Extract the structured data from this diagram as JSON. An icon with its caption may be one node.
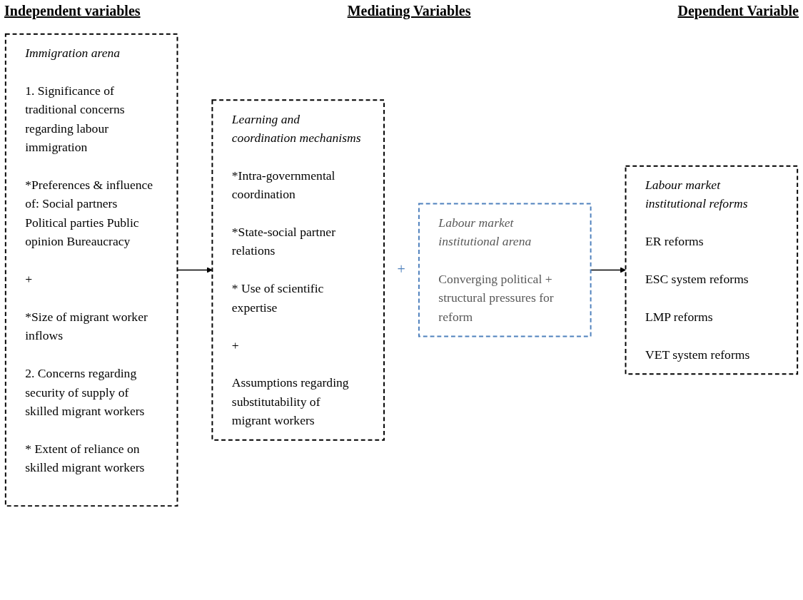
{
  "diagram": {
    "nodes": [
      {
        "text": [
          "Immigration arena",
          "1. Significance of traditional concerns regarding labour immigration",
          "*Preferences & influence of: Social partners Political parties Public opinion Bureaucracy",
          "+",
          "*Size of migrant worker inflows",
          "2. Concerns regarding security of supply of skilled migrant workers",
          "* Extent of reliance on skilled migrant workers"
        ]
      },
      {
        "text": [
          "Learning and coordination mechanisms",
          "*Intra-governmental coordination",
          "*State-social partner relations",
          "* Use of scientific expertise",
          "+",
          "Assumptions regarding substitutability of migrant workers"
        ]
      },
      {
        "text": [
          "Labour market institutional arena",
          "Converging political + structural pressures for reform"
        ]
      },
      {
        "text": [
          "Labour market institutional reforms",
          "ER reforms",
          "ESC system reforms",
          "LMP reforms",
          "VET system reforms"
        ]
      }
    ],
    "edges": [
      {
        "from": 0,
        "to": 1,
        "arrow": "to"
      },
      {
        "from": 2,
        "to": 3,
        "arrow": "to"
      }
    ],
    "labels": [
      "Independent variables",
      "Mediating Variables",
      "Dependent Variable",
      "+"
    ]
  }
}
